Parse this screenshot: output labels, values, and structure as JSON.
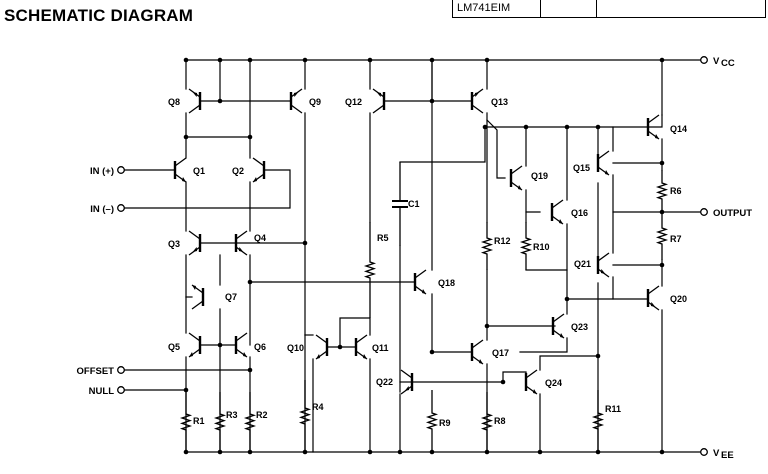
{
  "title": "SCHEMATIC DIAGRAM",
  "header_cells": [
    "LM741EIM",
    "",
    ""
  ],
  "terminals": {
    "vcc": "V",
    "vcc_sub": "CC",
    "vee": "V",
    "vee_sub": "EE",
    "in_plus": "IN (+)",
    "in_minus": "IN (–)",
    "output": "OUTPUT",
    "offset": "OFFSET",
    "null": "NULL"
  },
  "transistors": [
    {
      "id": "q1",
      "label": "Q1"
    },
    {
      "id": "q2",
      "label": "Q2"
    },
    {
      "id": "q3",
      "label": "Q3"
    },
    {
      "id": "q4",
      "label": "Q4"
    },
    {
      "id": "q5",
      "label": "Q5"
    },
    {
      "id": "q6",
      "label": "Q6"
    },
    {
      "id": "q7",
      "label": "Q7"
    },
    {
      "id": "q8",
      "label": "Q8"
    },
    {
      "id": "q9",
      "label": "Q9"
    },
    {
      "id": "q10",
      "label": "Q10"
    },
    {
      "id": "q11",
      "label": "Q11"
    },
    {
      "id": "q12",
      "label": "Q12"
    },
    {
      "id": "q13",
      "label": "Q13"
    },
    {
      "id": "q14",
      "label": "Q14"
    },
    {
      "id": "q15",
      "label": "Q15"
    },
    {
      "id": "q16",
      "label": "Q16"
    },
    {
      "id": "q17",
      "label": "Q17"
    },
    {
      "id": "q18",
      "label": "Q18"
    },
    {
      "id": "q19",
      "label": "Q19"
    },
    {
      "id": "q20",
      "label": "Q20"
    },
    {
      "id": "q21",
      "label": "Q21"
    },
    {
      "id": "q22",
      "label": "Q22"
    },
    {
      "id": "q23",
      "label": "Q23"
    },
    {
      "id": "q24",
      "label": "Q24"
    }
  ],
  "resistors": [
    {
      "id": "r1",
      "label": "R1"
    },
    {
      "id": "r2",
      "label": "R2"
    },
    {
      "id": "r3",
      "label": "R3"
    },
    {
      "id": "r4",
      "label": "R4"
    },
    {
      "id": "r5",
      "label": "R5"
    },
    {
      "id": "r6",
      "label": "R6"
    },
    {
      "id": "r7",
      "label": "R7"
    },
    {
      "id": "r8",
      "label": "R8"
    },
    {
      "id": "r9",
      "label": "R9"
    },
    {
      "id": "r10",
      "label": "R10"
    },
    {
      "id": "r11",
      "label": "R11"
    },
    {
      "id": "r12",
      "label": "R12"
    }
  ],
  "capacitors": [
    {
      "id": "c1",
      "label": "C1"
    }
  ]
}
